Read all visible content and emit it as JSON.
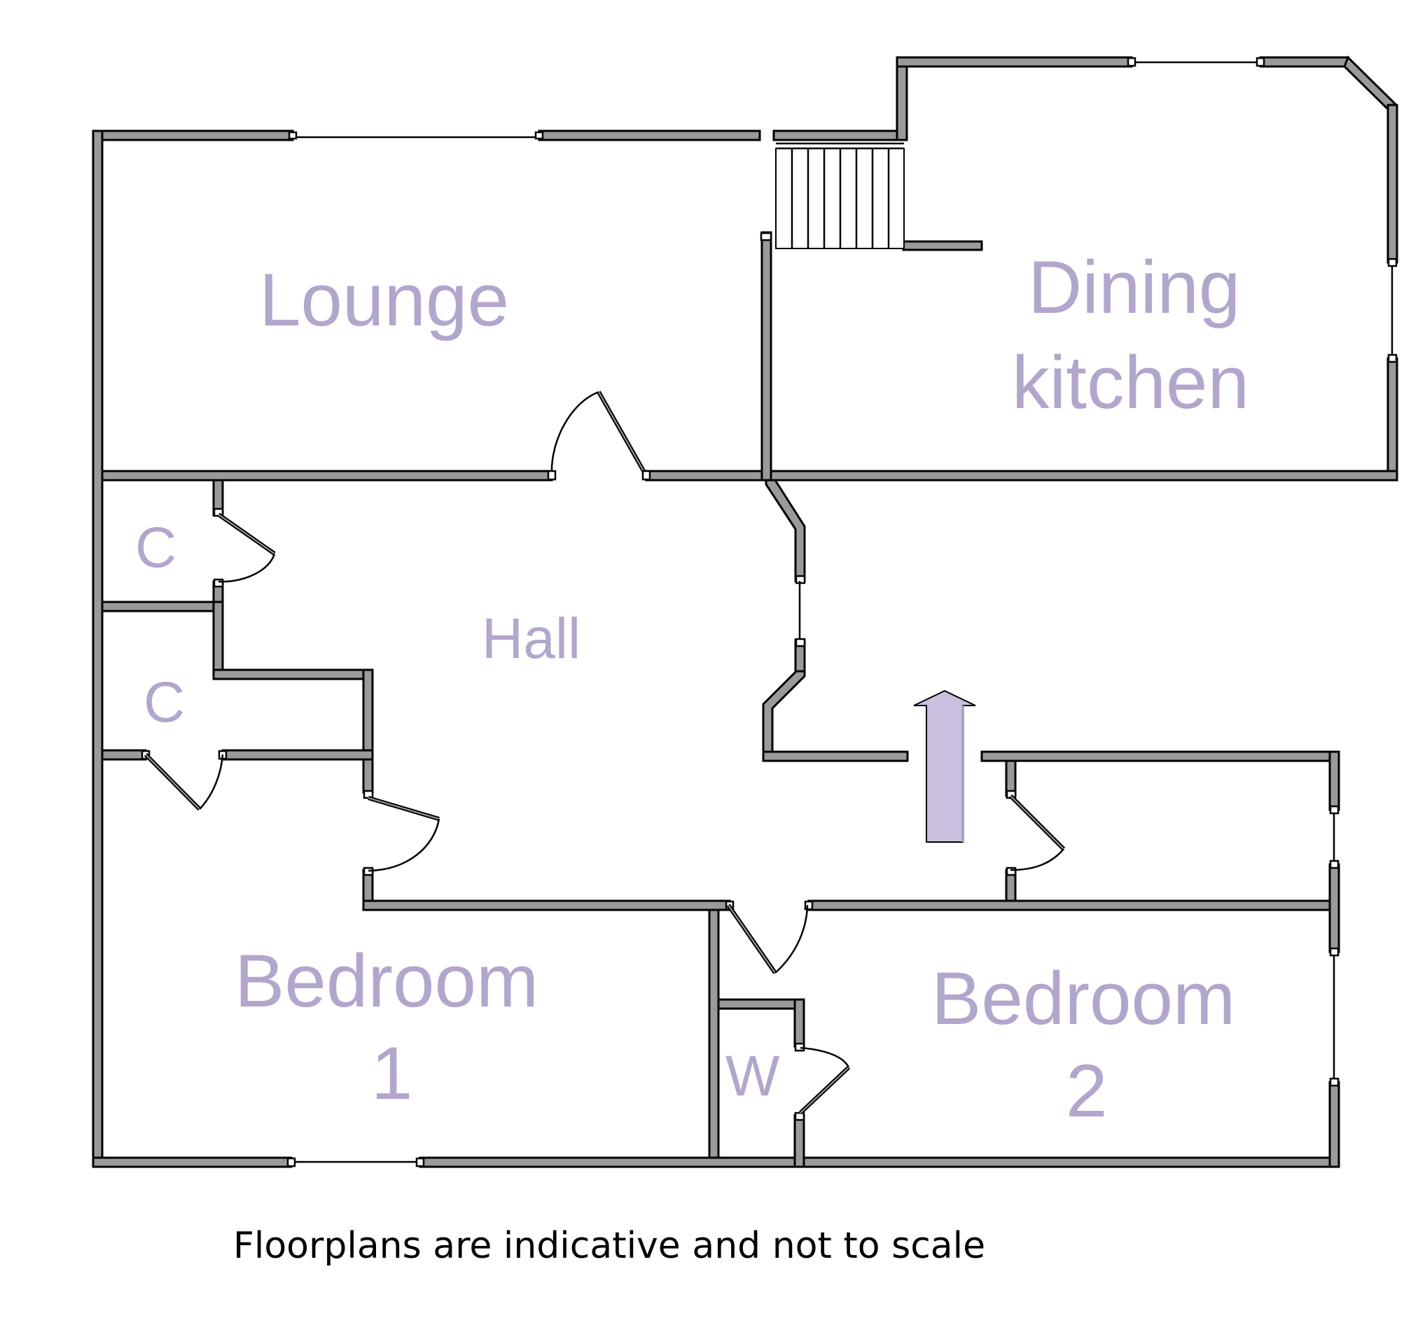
{
  "rooms": {
    "lounge": "Lounge",
    "dining_line1": "Dining",
    "dining_line2": "kitchen",
    "hall": "Hall",
    "cupboard_upper": "C",
    "cupboard_lower": "C",
    "bedroom1_line1": "Bedroom",
    "bedroom1_line2": "1",
    "bedroom2_line1": "Bedroom",
    "bedroom2_line2": "2",
    "wardrobe": "W"
  },
  "footer_note": "Floorplans are indicative and not to scale",
  "colors": {
    "wall_fill": "#9a9a9a",
    "label": "#b3a6cc",
    "arrow": "#c9c0dd",
    "outline": "#000000"
  },
  "icons": {
    "entrance": "up-arrow-icon",
    "stairs": "staircase-icon"
  }
}
